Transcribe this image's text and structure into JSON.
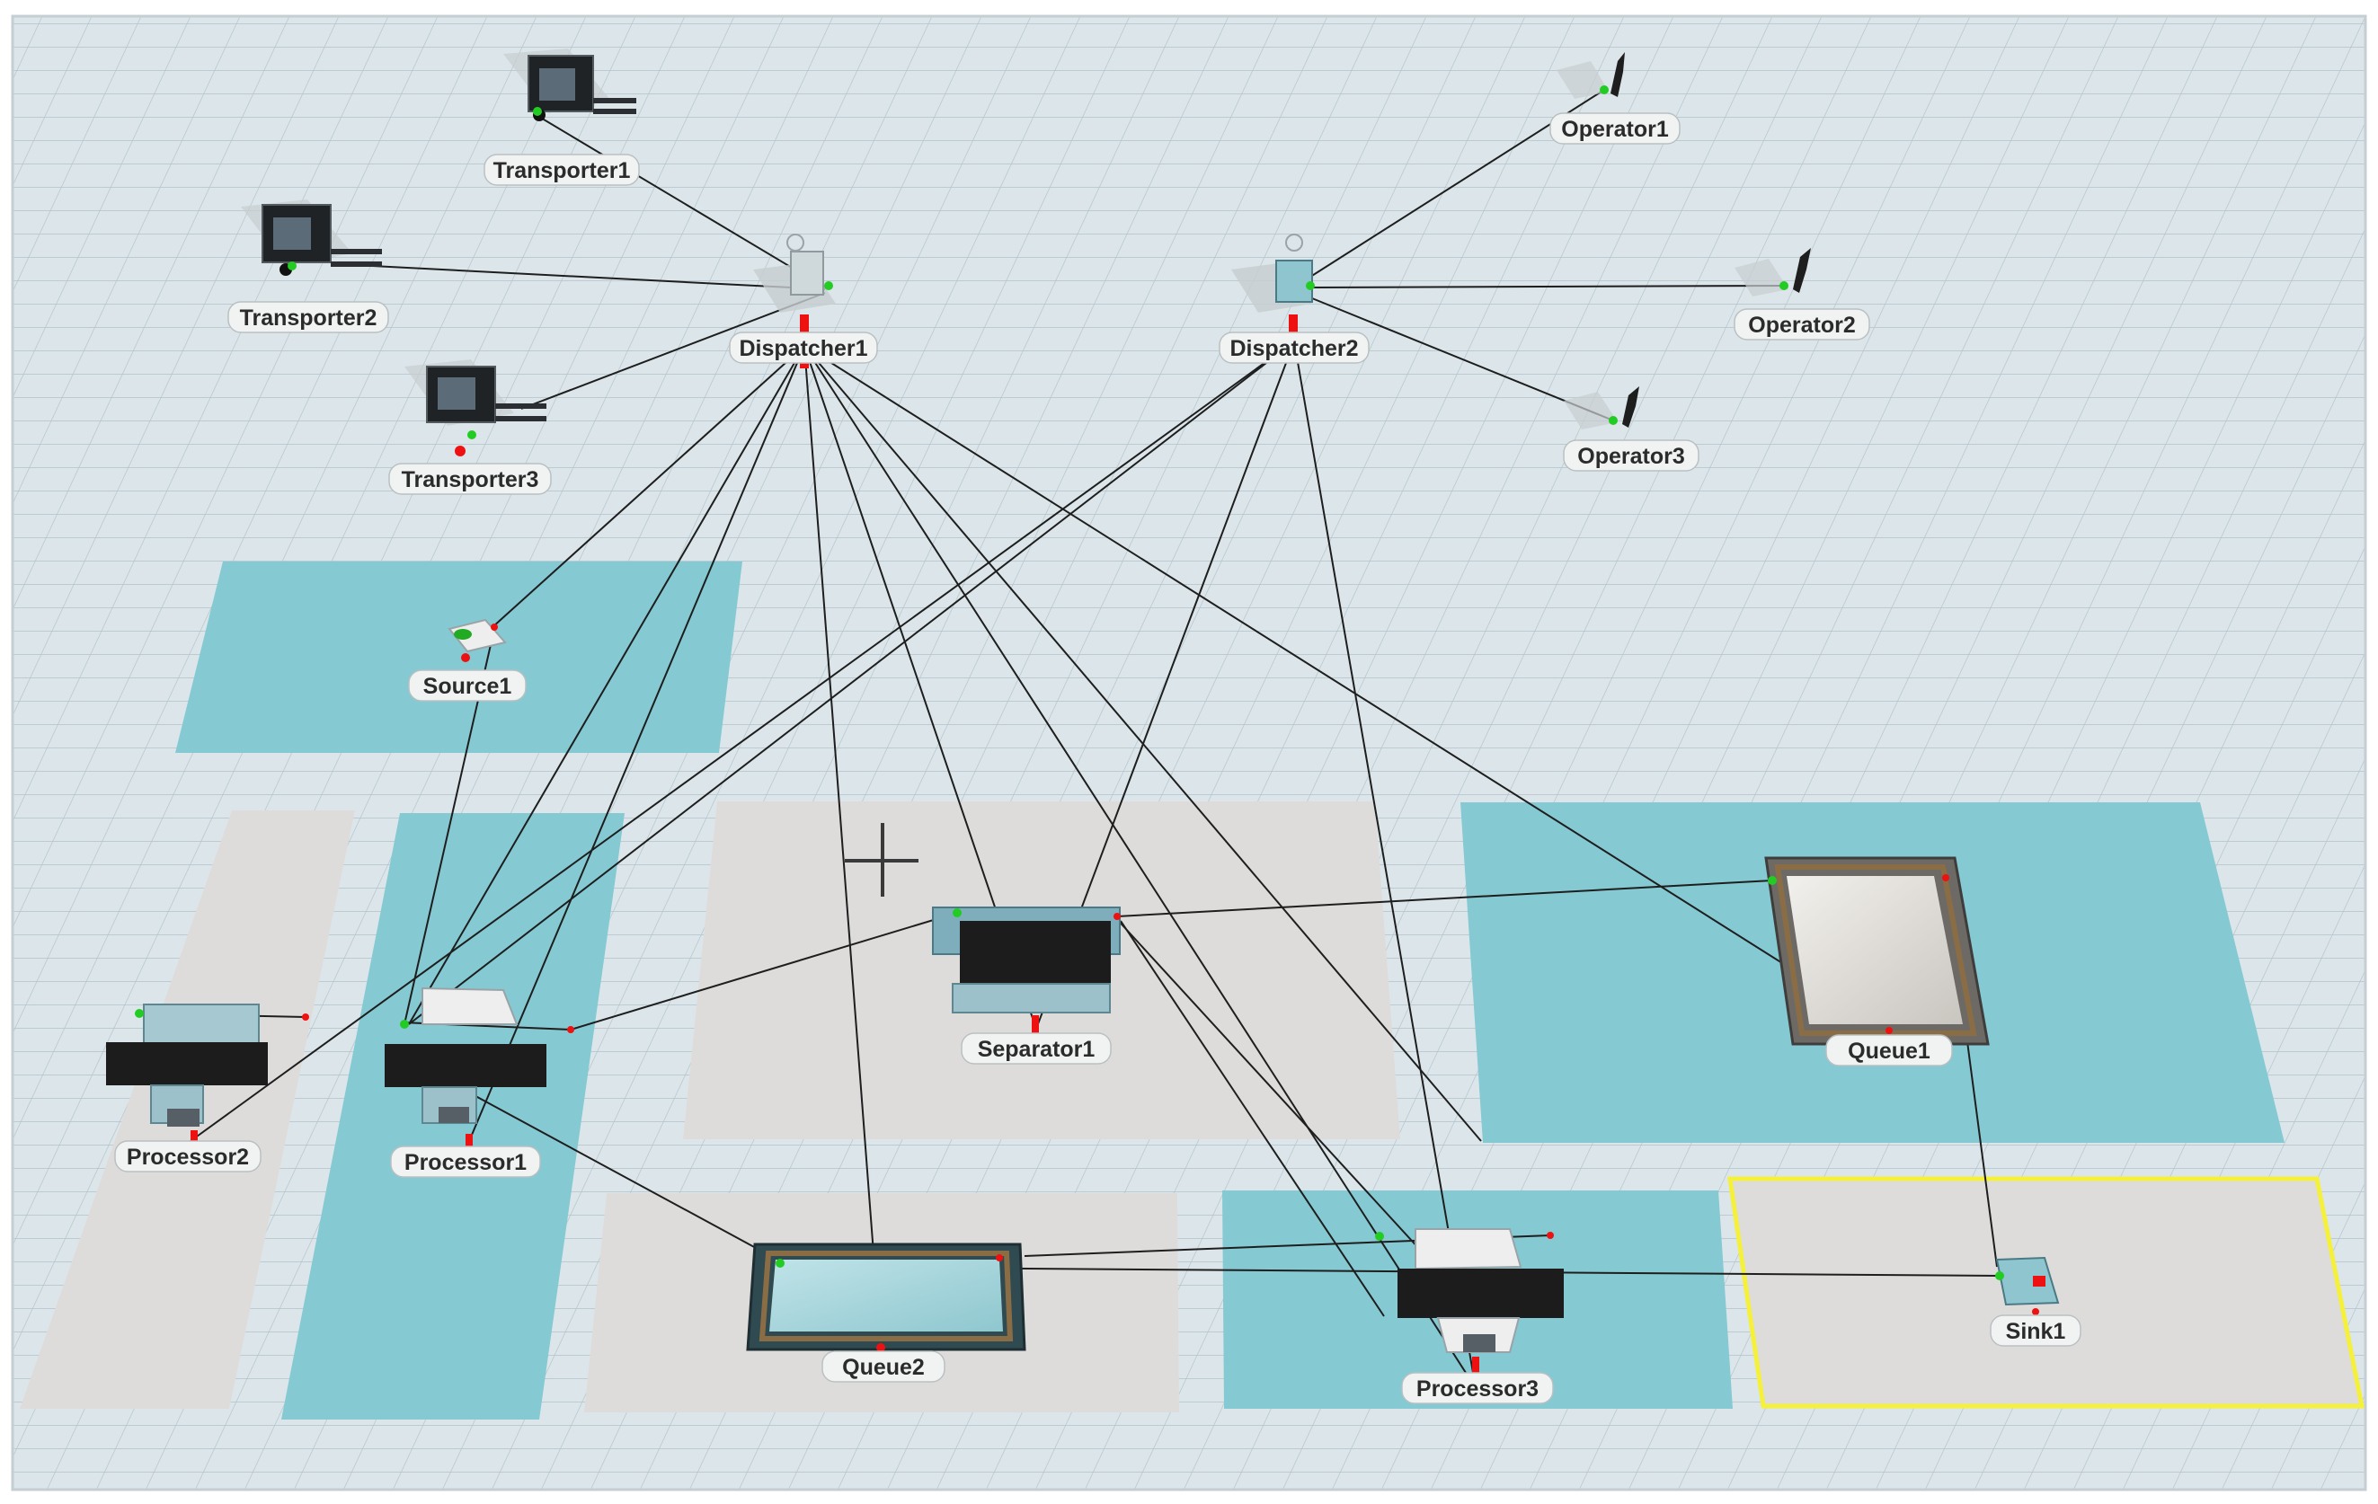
{
  "view": {
    "title": "3D model view",
    "colors": {
      "floor": "#dce6ea",
      "grid": "#b4c5cc",
      "zone_teal": "#85c9d3",
      "zone_gray": "#dedcda",
      "selection": "#f5f03a",
      "link": "#1e1e1e",
      "input_port": "#22cc22",
      "output_port": "#ee1111"
    }
  },
  "objects": {
    "transporter1": {
      "label": "Transporter1",
      "icon": "forklift-icon"
    },
    "transporter2": {
      "label": "Transporter2",
      "icon": "forklift-icon"
    },
    "transporter3": {
      "label": "Transporter3",
      "icon": "forklift-icon"
    },
    "dispatcher1": {
      "label": "Dispatcher1",
      "icon": "dispatcher-icon"
    },
    "dispatcher2": {
      "label": "Dispatcher2",
      "icon": "dispatcher-icon"
    },
    "operator1": {
      "label": "Operator1",
      "icon": "operator-icon"
    },
    "operator2": {
      "label": "Operator2",
      "icon": "operator-icon"
    },
    "operator3": {
      "label": "Operator3",
      "icon": "operator-icon"
    },
    "source1": {
      "label": "Source1",
      "icon": "source-icon"
    },
    "processor1": {
      "label": "Processor1",
      "icon": "processor-icon"
    },
    "processor2": {
      "label": "Processor2",
      "icon": "processor-icon"
    },
    "processor3": {
      "label": "Processor3",
      "icon": "processor-icon"
    },
    "separator1": {
      "label": "Separator1",
      "icon": "separator-icon"
    },
    "queue1": {
      "label": "Queue1",
      "icon": "queue-icon"
    },
    "queue2": {
      "label": "Queue2",
      "icon": "queue-icon"
    },
    "sink1": {
      "label": "Sink1",
      "icon": "sink-icon"
    }
  },
  "cursor": {
    "icon": "crosshair-cursor-icon"
  }
}
